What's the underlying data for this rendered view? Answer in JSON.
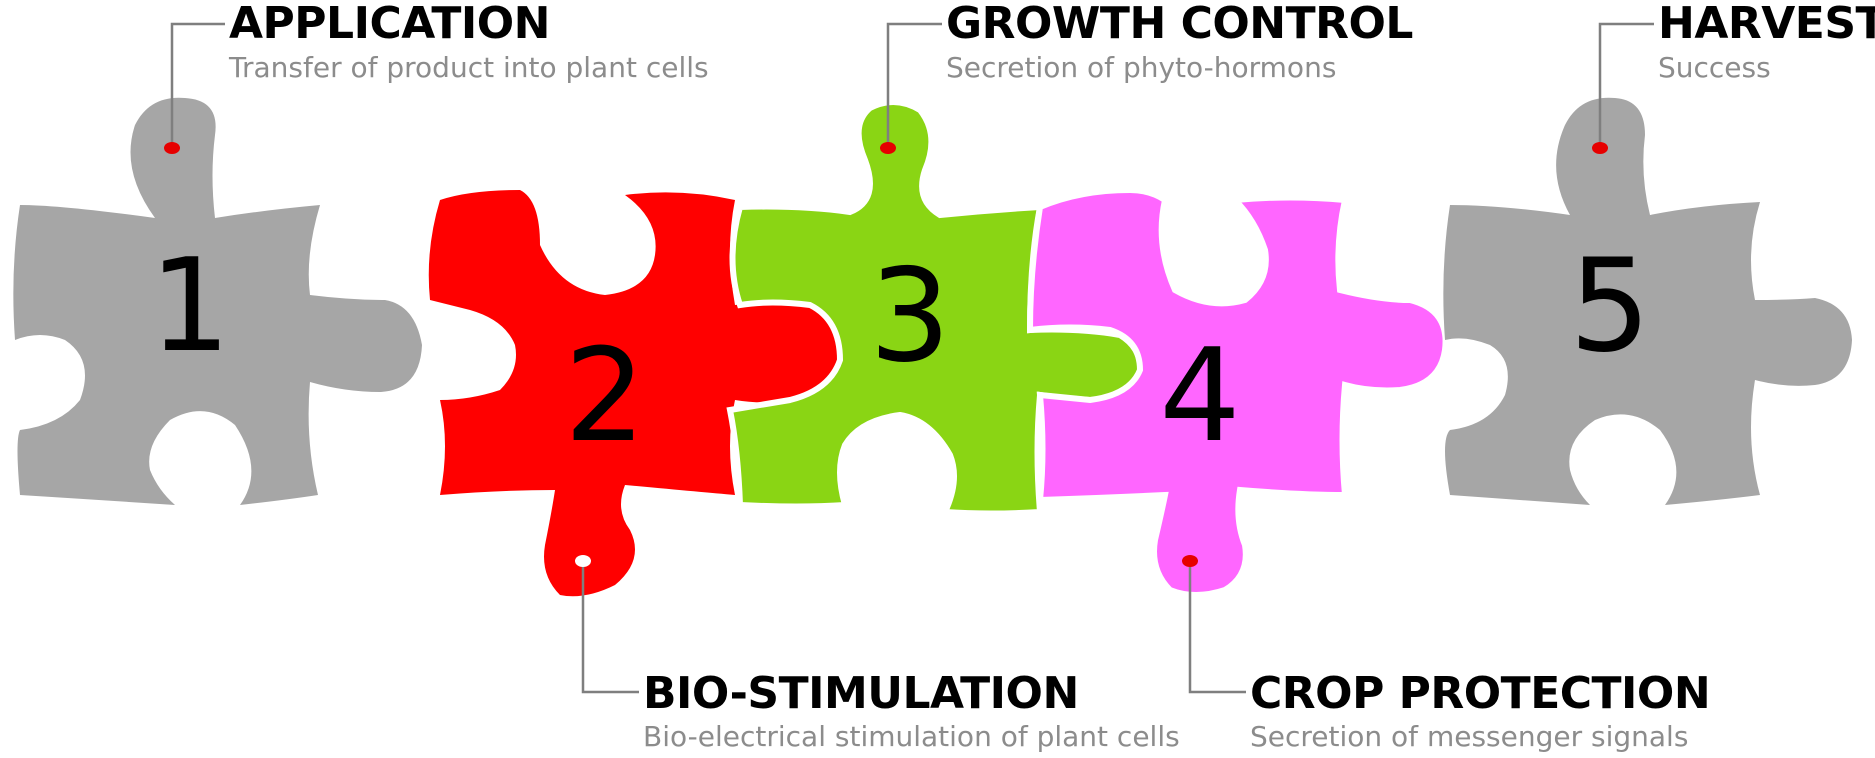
{
  "steps": [
    {
      "number": "1",
      "title": "APPLICATION",
      "subtitle": "Transfer of product into plant cells",
      "color": "#a6a6a6"
    },
    {
      "number": "2",
      "title": "BIO-STIMULATION",
      "subtitle": "Bio-electrical stimulation of plant cells",
      "color": "#ff0000"
    },
    {
      "number": "3",
      "title": "GROWTH CONTROL",
      "subtitle": "Secretion of phyto-hormons",
      "color": "#8ad514"
    },
    {
      "number": "4",
      "title": "CROP PROTECTION",
      "subtitle": "Secretion of messenger signals",
      "color": "#ff66ff"
    },
    {
      "number": "5",
      "title": "HARVEST",
      "subtitle": "Success",
      "color": "#a6a6a6"
    }
  ],
  "colors": {
    "connector": "#7f7f7f",
    "dot": "#e60000",
    "dot_light": "#ffffff"
  }
}
